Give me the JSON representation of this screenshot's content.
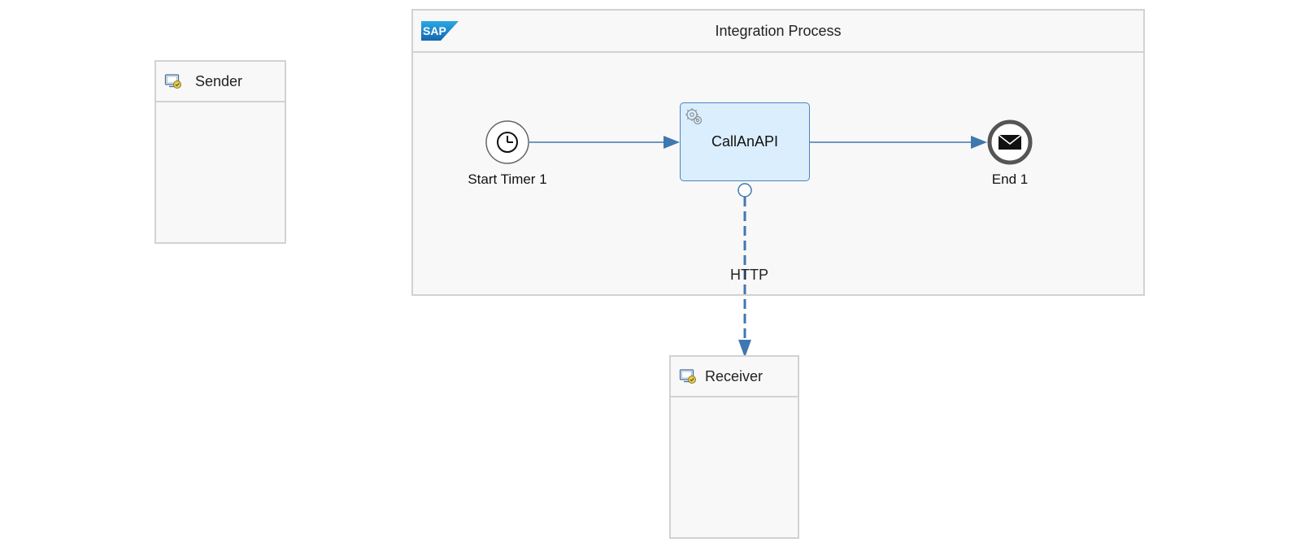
{
  "sender": {
    "label": "Sender",
    "icon": "system-participant-icon"
  },
  "receiver": {
    "label": "Receiver",
    "icon": "system-participant-icon"
  },
  "pool": {
    "title": "Integration Process",
    "logo_text": "SAP"
  },
  "start_event": {
    "label": "Start Timer 1",
    "icon": "clock-icon"
  },
  "task": {
    "label": "CallAnAPI",
    "icon": "gear-icon"
  },
  "end_event": {
    "label": "End 1",
    "icon": "envelope-icon"
  },
  "connection": {
    "label": "HTTP"
  },
  "colors": {
    "flow": "#3f78b0",
    "task_fill": "#dbeefd",
    "task_border": "#4b84bd",
    "container_fill": "#f8f8f8",
    "container_border": "#d2d2d2"
  }
}
